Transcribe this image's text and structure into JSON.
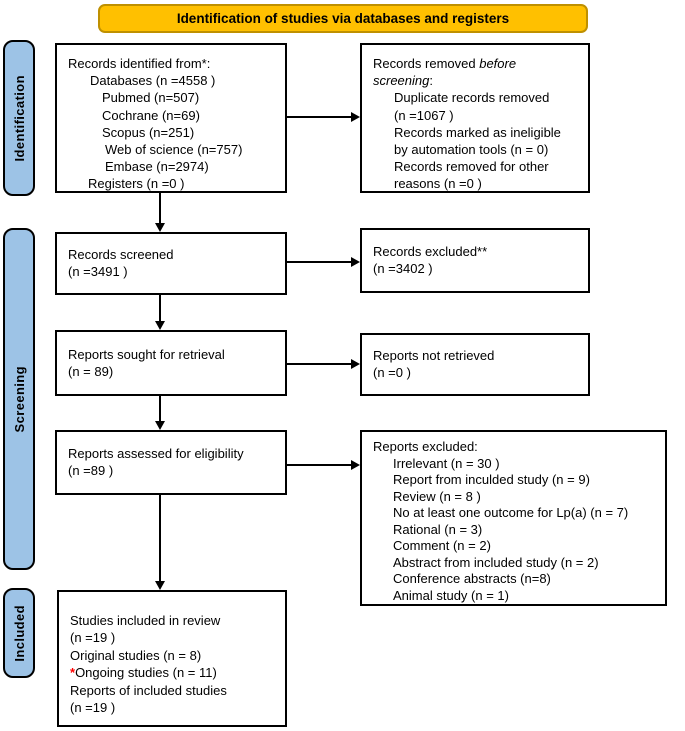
{
  "title_banner": {
    "label": "Identification of studies via databases and registers"
  },
  "stages": [
    {
      "label": "Identification"
    },
    {
      "label": "Screening"
    },
    {
      "label": "Included"
    }
  ],
  "colors": {
    "banner_fill": "#FFC000",
    "banner_border": "#BF9000",
    "stage_fill": "#9DC3E6",
    "stage_border": "#000000",
    "box_border": "#000000",
    "arrow": "#000000",
    "asterisk_red": "#FF0000"
  },
  "boxes": {
    "records_identified": {
      "lines": [
        "Records identified from*:",
        "Databases (n =4558 )",
        "Pubmed (n=507)",
        "Cochrane (n=69)",
        "Scopus (n=251)",
        "Web of science (n=757)",
        "Embase (n=2974)",
        "Registers (n =0 )"
      ]
    },
    "records_removed": {
      "line1_text": "Records removed ",
      "line1_italic": "before",
      "line2_italic": "screening",
      "line2_colon": ":",
      "items": [
        "Duplicate records removed",
        "(n =1067 )",
        "Records marked as ineligible",
        "by automation tools (n = 0)",
        "Records removed for other",
        "reasons (n =0 )"
      ]
    },
    "records_screened": {
      "lines": [
        "Records screened",
        "(n =3491 )"
      ]
    },
    "records_excluded": {
      "lines": [
        "Records excluded**",
        "(n =3402 )"
      ]
    },
    "reports_sought": {
      "lines": [
        "Reports sought for retrieval",
        "(n = 89)"
      ]
    },
    "reports_not_retrieved": {
      "lines": [
        "Reports not retrieved",
        "(n =0 )"
      ]
    },
    "reports_assessed": {
      "lines": [
        "Reports assessed for eligibility",
        "(n =89 )"
      ]
    },
    "reports_excluded": {
      "title": "Reports excluded:",
      "items": [
        "Irrelevant (n = 30 )",
        "Report from inculded study (n = 9)",
        "Review (n = 8 )",
        "No at least one outcome for Lp(a) (n = 7)",
        "Rational (n = 3)",
        "Comment (n = 2)",
        "Abstract from included study (n = 2)",
        "Conference abstracts (n=8)",
        "Animal study (n = 1)"
      ]
    },
    "studies_included": {
      "lines_top": [
        "Studies included in review",
        "(n =19 )",
        "Original studies (n = 8)"
      ],
      "asterisk": "*",
      "ongoing_text": "Ongoing studies (n = 11)",
      "lines_bottom": [
        "Reports of included studies",
        "(n =19 )"
      ]
    }
  }
}
